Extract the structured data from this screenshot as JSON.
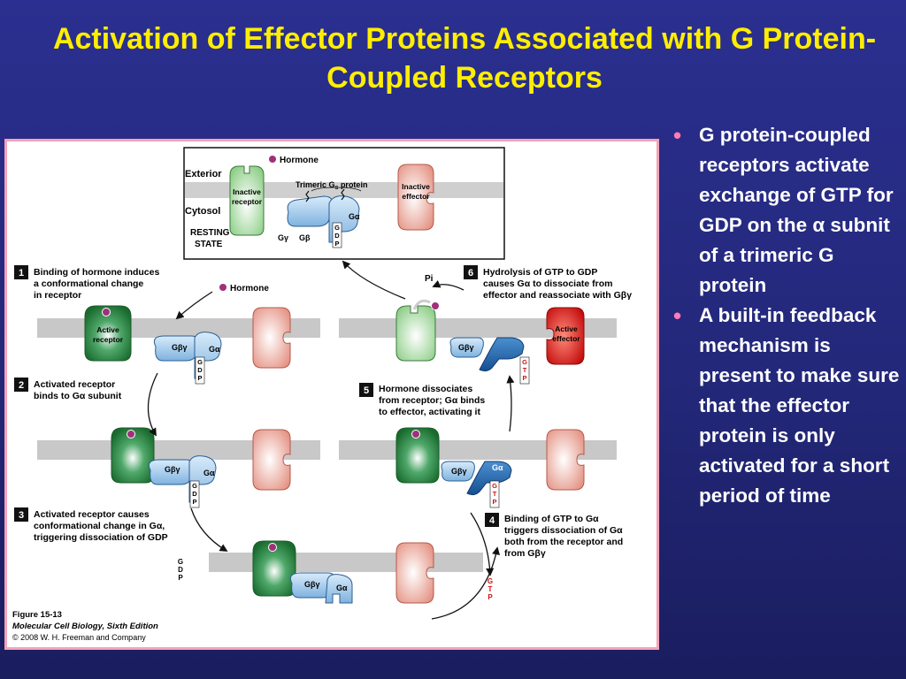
{
  "slide": {
    "title": "Activation of Effector Proteins Associated with G Protein-Coupled Receptors"
  },
  "bullets": [
    {
      "text": "G protein-coupled receptors activate exchange of GTP for GDP on the α subnit of a trimeric G protein"
    },
    {
      "text": "A built-in feedback mechanism is present to make sure that the effector protein is only activated for a short period of time"
    }
  ],
  "colors": {
    "background": "#23287a",
    "title": "#ffee00",
    "bullet_text": "#ffffff",
    "bullet_dot": "#ff7bb8",
    "frame_border": "#f3a3b8",
    "membrane": "#c8c8c8",
    "inactive_receptor": "#9fd49a",
    "active_receptor": "#1e7a34",
    "inactive_effector": "#e9a092",
    "active_effector": "#cc1111",
    "g_protein": "#9cc6ea",
    "g_alpha_active": "#2a6bb0",
    "hormone": "#a0307a",
    "step_number_bg": "#111111"
  },
  "figure": {
    "resting": {
      "hormone": "Hormone",
      "exterior": "Exterior",
      "cytosol": "Cytosol",
      "state_line1": "RESTING",
      "state_line2": "STATE",
      "trimeric": "Trimeric G",
      "trimeric_sub": "s",
      "trimeric_tail": " protein",
      "inactive_receptor_1": "Inactive",
      "inactive_receptor_2": "receptor",
      "inactive_effector_1": "Inactive",
      "inactive_effector_2": "effector",
      "g_gamma": "Gγ",
      "g_beta": "Gβ",
      "g_alpha": "Gα",
      "gdp": "GDP"
    },
    "steps": [
      {
        "num": "1",
        "lines": [
          "Binding of hormone induces",
          "a conformational change",
          "in receptor"
        ]
      },
      {
        "num": "2",
        "lines": [
          "Activated receptor",
          "binds to Gα subunit"
        ]
      },
      {
        "num": "3",
        "lines": [
          "Activated receptor causes",
          "conformational change in Gα,",
          "triggering dissociation of GDP"
        ]
      },
      {
        "num": "4",
        "lines": [
          "Binding of GTP to Gα",
          "triggers dissociation of Gα",
          "both from the receptor and",
          "from Gβγ"
        ]
      },
      {
        "num": "5",
        "lines": [
          "Hormone dissociates",
          "from receptor; Gα binds",
          "to effector, activating it"
        ]
      },
      {
        "num": "6",
        "lines": [
          "Hydrolysis of GTP to GDP",
          "causes Gα to dissociate from",
          "effector and reassociate with Gβγ"
        ]
      }
    ],
    "labels": {
      "hormone_step1": "Hormone",
      "active_receptor_1": "Active",
      "active_receptor_2": "receptor",
      "active_effector_1": "Active",
      "active_effector_2": "effector",
      "g_beta_gamma": "Gβγ",
      "g_alpha": "Gα",
      "gdp": "GDP",
      "gtp": "GTP",
      "pi": "Pi"
    },
    "caption": {
      "line1": "Figure 15-13",
      "line2": "Molecular Cell Biology, Sixth Edition",
      "line3": "© 2008 W. H. Freeman and Company"
    }
  }
}
